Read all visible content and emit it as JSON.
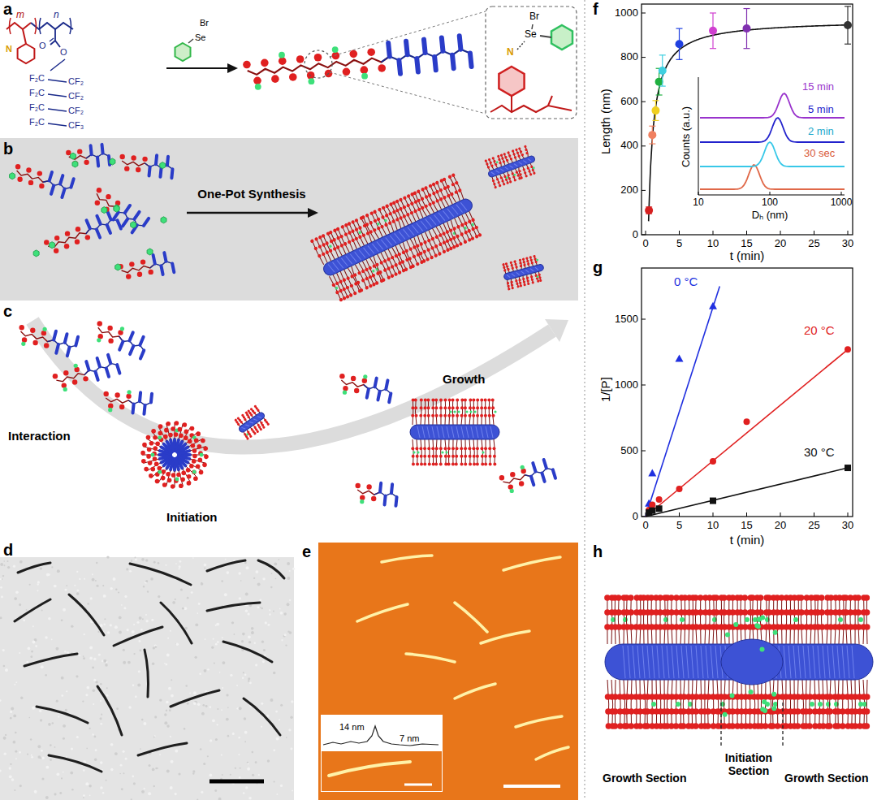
{
  "diagram": {
    "nodes": [
      {
        "text": [
          "One-Pot Synthesis"
        ]
      },
      {
        "text": [
          "14 nm",
          "7 nm"
        ]
      }
    ],
    "labels": [
      "a",
      "m",
      "n",
      "N",
      "O",
      "O",
      "F₂C",
      "CF₂",
      "F₂C",
      "CF₂",
      "F₂C",
      "CF₂",
      "F₂C",
      "CF₃",
      "Br",
      "Se",
      "Br",
      "Se",
      "N",
      "b",
      "c",
      "Interaction",
      "Initiation",
      "Growth",
      "d",
      "e",
      "f",
      "Length (nm)",
      "0",
      "200",
      "400",
      "600",
      "800",
      "1000",
      "0",
      "5",
      "10",
      "15",
      "20",
      "25",
      "30",
      "t (min)",
      "15 min",
      "5 min",
      "2 min",
      "30 sec",
      "Counts (a.u.)",
      "10",
      "100",
      "1000",
      "Dₕ (nm)",
      "g",
      "1/[P]",
      "0",
      "500",
      "1000",
      "1500",
      "0",
      "5",
      "10",
      "15",
      "20",
      "25",
      "30",
      "t (min)",
      "0 °C",
      "20 °C",
      "30 °C",
      "h",
      "Growth Section",
      "Initiation Section",
      "Growth Section"
    ]
  }
}
